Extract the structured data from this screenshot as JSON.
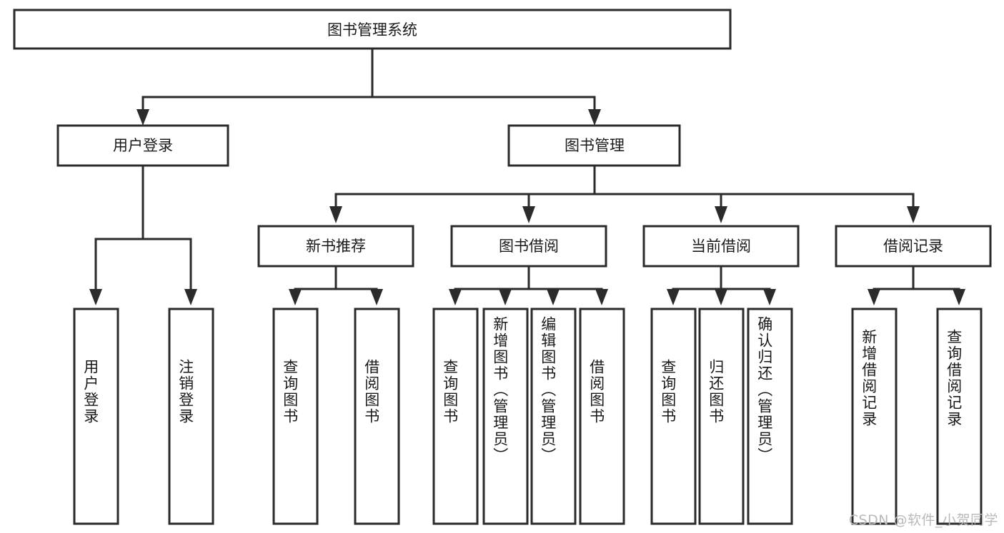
{
  "diagram": {
    "title": "图书管理系统",
    "type": "tree",
    "watermark": "CSDN @软件_小贺同学",
    "colors": {
      "box_stroke": "#2b2b2b",
      "box_fill": "#ffffff",
      "text": "#1a1a1a",
      "watermark": "#b9b9b9",
      "background": "#ffffff"
    },
    "root": {
      "label": "图书管理系统"
    },
    "level2": [
      {
        "label": "用户登录"
      },
      {
        "label": "图书管理"
      }
    ],
    "level3": [
      {
        "label": "新书推荐"
      },
      {
        "label": "图书借阅"
      },
      {
        "label": "当前借阅"
      },
      {
        "label": "借阅记录"
      }
    ],
    "leaves": {
      "user_login": [
        {
          "label": "用户登录"
        },
        {
          "label": "注销登录"
        }
      ],
      "new_book_recommend": [
        {
          "label": "查询图书"
        },
        {
          "label": "借阅图书"
        }
      ],
      "book_borrow": [
        {
          "label": "查询图书"
        },
        {
          "label": "新增图书（管理员）"
        },
        {
          "label": "编辑图书（管理员）"
        },
        {
          "label": "借阅图书"
        }
      ],
      "current_borrow": [
        {
          "label": "查询图书"
        },
        {
          "label": "归还图书"
        },
        {
          "label": "确认归还（管理员）"
        }
      ],
      "borrow_record": [
        {
          "label": "新增借阅记录"
        },
        {
          "label": "查询借阅记录"
        }
      ]
    }
  }
}
